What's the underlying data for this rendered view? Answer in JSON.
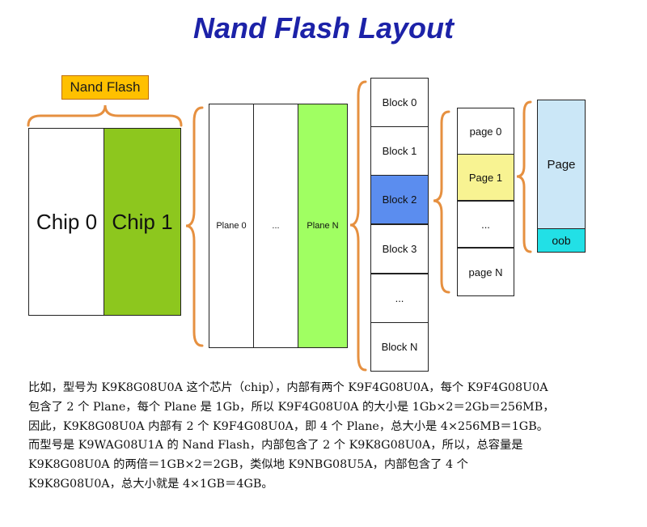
{
  "title": "Nand Flash Layout",
  "nand_flash_label": "Nand Flash",
  "chips": [
    "Chip 0",
    "Chip 1"
  ],
  "planes": [
    "Plane 0",
    "...",
    "Plane N"
  ],
  "blocks": [
    "Block 0",
    "Block 1",
    "Block 2",
    "Block 3",
    "...",
    "Block N"
  ],
  "pages": [
    "page 0",
    "Page 1",
    "...",
    "page N"
  ],
  "page_structure": {
    "page": "Page",
    "oob": "oob"
  },
  "colors": {
    "title": "#1c22a8",
    "label_fill": "#ffc000",
    "chip1_fill": "#8dc71e",
    "planeN_fill": "#a0ff62",
    "block2_fill": "#5b8def",
    "page1_fill": "#f8f392",
    "page_fill": "#cbe7f7",
    "oob_fill": "#22e0e6",
    "brace": "#e69040"
  },
  "paragraph": [
    "比如，型号为 K9K8G08U0A 这个芯片（chip），内部有两个 K9F4G08U0A，每个 K9F4G08U0A",
    "包含了 2 个 Plane，每个 Plane 是 1Gb，所以 K9F4G08U0A 的大小是 1Gb×2＝2Gb＝256MB，",
    "因此，K9K8G08U0A 内部有 2 个 K9F4G08U0A，即 4 个 Plane，总大小是 4×256MB＝1GB。",
    "而型号是 K9WAG08U1A 的 Nand Flash，内部包含了 2 个 K9K8G08U0A，所以，总容量是",
    "K9K8G08U0A 的两倍＝1GB×2＝2GB，类似地 K9NBG08U5A，内部包含了 4 个",
    "K9K8G08U0A，总大小就是 4×1GB＝4GB。"
  ]
}
